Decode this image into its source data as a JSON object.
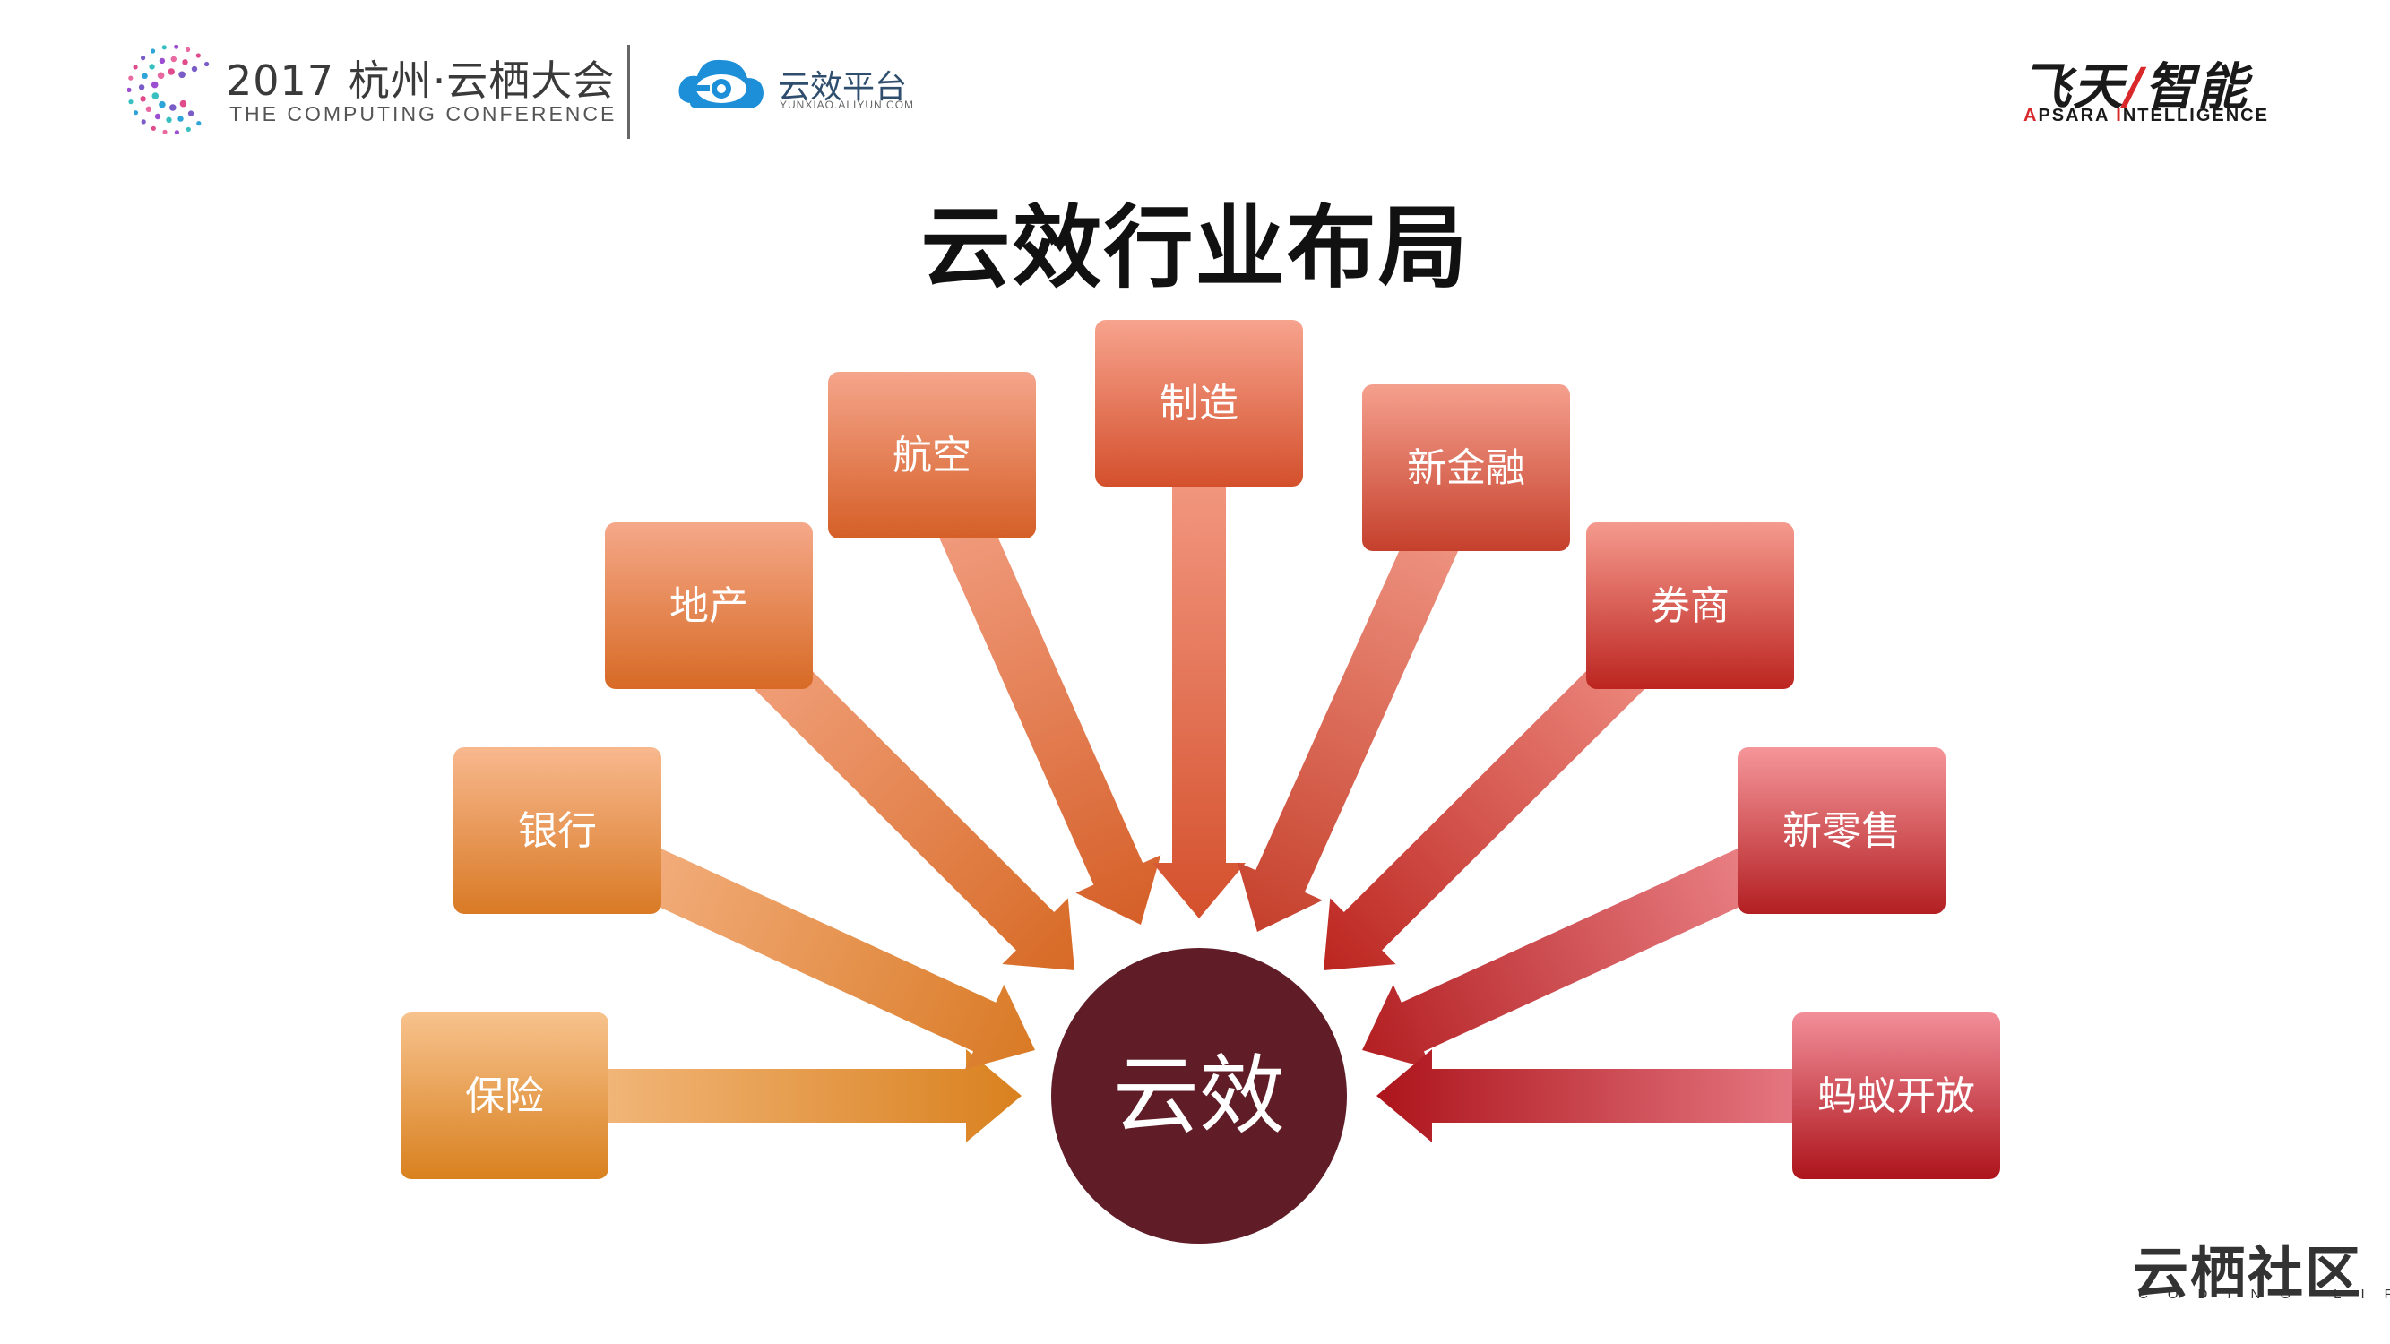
{
  "header": {
    "conference_title": "2017 杭州·云栖大会",
    "conference_subtitle": "THE COMPUTING CONFERENCE",
    "platform_name": "云效平台",
    "platform_url": "YUNXIAO.ALIYUN.COM",
    "apsara_main_1": "飞天",
    "apsara_slash": "/",
    "apsara_main_2": "智能",
    "apsara_sub_a": "A",
    "apsara_sub_psara": "PSARA ",
    "apsara_sub_i": "I",
    "apsara_sub_ntelligence": "NTELLIGENCE"
  },
  "page_title": "云效行业布局",
  "hub": {
    "label": "云效",
    "color": "#601d27"
  },
  "industries": [
    {
      "label": "保险"
    },
    {
      "label": "银行"
    },
    {
      "label": "地产"
    },
    {
      "label": "航空"
    },
    {
      "label": "制造"
    },
    {
      "label": "新金融"
    },
    {
      "label": "券商"
    },
    {
      "label": "新零售"
    },
    {
      "label": "蚂蚁开放"
    }
  ],
  "footer": {
    "main": "云栖社区",
    "sub": "CODING LIFE"
  }
}
